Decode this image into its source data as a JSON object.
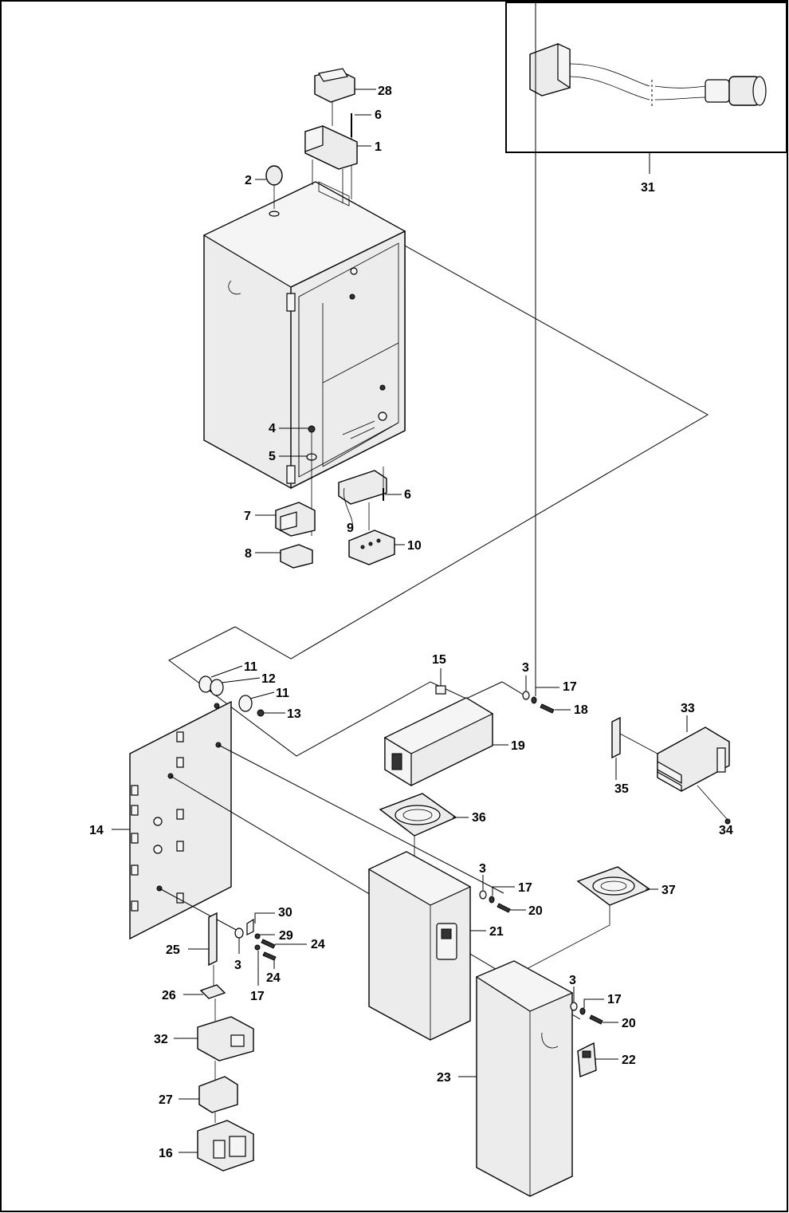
{
  "labels": {
    "l1": "1",
    "l2": "2",
    "l3a": "3",
    "l3b": "3",
    "l3c": "3",
    "l3d": "3",
    "l4": "4",
    "l5": "5",
    "l6a": "6",
    "l6b": "6",
    "l7": "7",
    "l8": "8",
    "l9": "9",
    "l10": "10",
    "l11a": "11",
    "l11b": "11",
    "l12": "12",
    "l13": "13",
    "l14": "14",
    "l15": "15",
    "l16": "16",
    "l17a": "17",
    "l17b": "17",
    "l17c": "17",
    "l17d": "17",
    "l18": "18",
    "l19": "19",
    "l20a": "20",
    "l20b": "20",
    "l21": "21",
    "l22": "22",
    "l23": "23",
    "l24a": "24",
    "l24b": "24",
    "l25": "25",
    "l26": "26",
    "l27": "27",
    "l28": "28",
    "l29": "29",
    "l30": "30",
    "l31": "31",
    "l32": "32",
    "l33": "33",
    "l34": "34",
    "l35": "35",
    "l36": "36",
    "l37": "37"
  },
  "colors": {
    "line": "#000000",
    "part_fill": "#ececec",
    "background": "#ffffff"
  }
}
